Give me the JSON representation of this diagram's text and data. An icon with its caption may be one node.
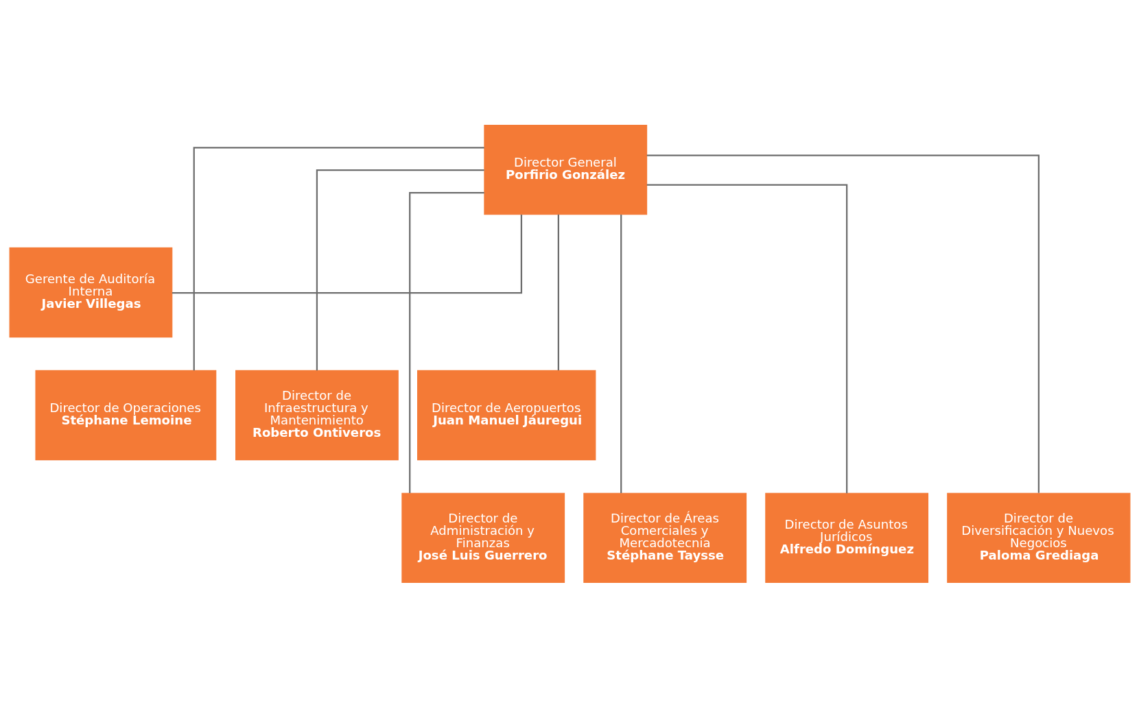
{
  "diagram": {
    "nodes": [
      {
        "text": [
          "Director General",
          "Porfirio González"
        ]
      },
      {
        "text": [
          "Gerente de Auditoría Interna",
          "Javier Villegas"
        ]
      },
      {
        "text": [
          "Director de Operaciones",
          "Stéphane Lemoine"
        ]
      },
      {
        "text": [
          "Director de Infraestructura y Mantenimiento",
          "Roberto Ontiveros"
        ]
      },
      {
        "text": [
          "Director de Aeropuertos",
          "Juan Manuel Jáuregui"
        ]
      },
      {
        "text": [
          "Director de Administración y Finanzas",
          "José Luis Guerrero"
        ]
      },
      {
        "text": [
          "Director de Áreas Comerciales y Mercadotecnia",
          "Stéphane Taysse"
        ]
      },
      {
        "text": [
          "Director de Asuntos Jurídicos",
          "Alfredo Domínguez"
        ]
      },
      {
        "text": [
          "Director de Diversificación y Nuevos Negocios",
          "Paloma Grediaga"
        ]
      }
    ],
    "edges": [
      {
        "from": 0,
        "to": 1,
        "arrow": "none"
      },
      {
        "from": 0,
        "to": 2,
        "arrow": "none"
      },
      {
        "from": 0,
        "to": 3,
        "arrow": "none"
      },
      {
        "from": 0,
        "to": 4,
        "arrow": "none"
      },
      {
        "from": 0,
        "to": 5,
        "arrow": "none"
      },
      {
        "from": 0,
        "to": 6,
        "arrow": "none"
      },
      {
        "from": 0,
        "to": 7,
        "arrow": "none"
      },
      {
        "from": 0,
        "to": 8,
        "arrow": "none"
      }
    ]
  }
}
